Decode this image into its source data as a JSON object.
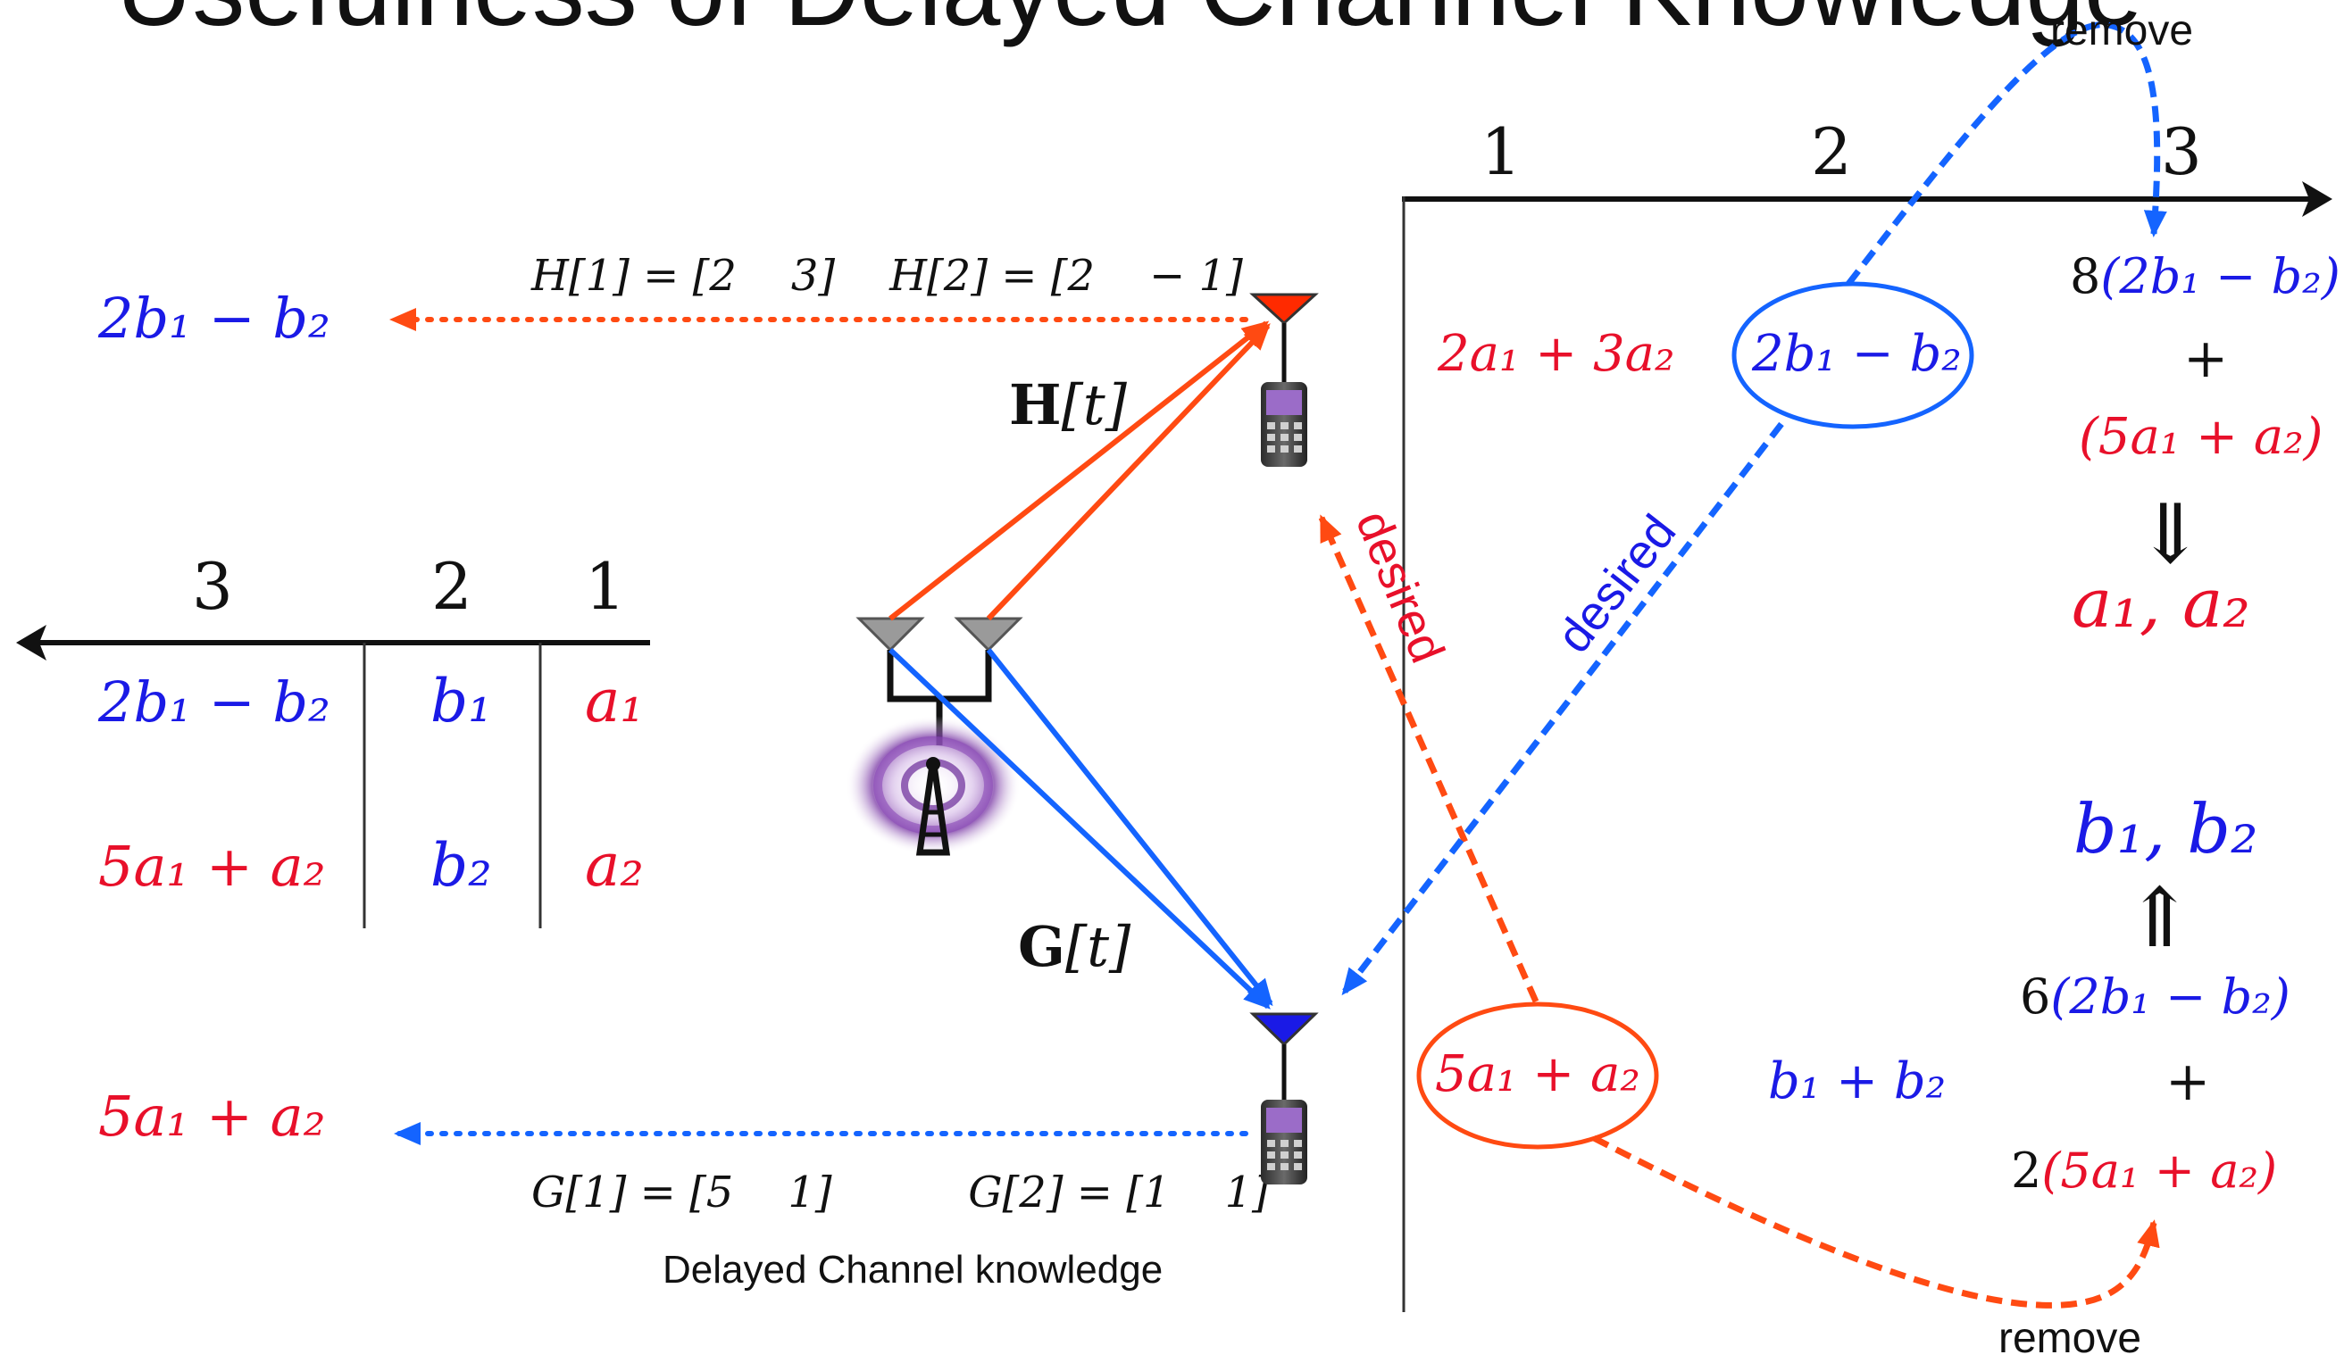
{
  "title": "Usefulness of Delayed Channel Knowledge",
  "colors": {
    "red": "#e8102a",
    "blue": "#1a1ae6",
    "orange": "#ff4a12",
    "lightblue": "#1464ff",
    "black": "#111111"
  },
  "icons": [
    "transmitter-tower-icon",
    "receiver-phone-icon"
  ],
  "left_panel": {
    "top_received": "2b₁ − b₂",
    "bottom_received": "5a₁ + a₂",
    "axis_labels": [
      "3",
      "2",
      "1"
    ],
    "table": {
      "col3": [
        "2b₁ − b₂",
        "5a₁ + a₂"
      ],
      "col2": [
        "b₁",
        "b₂"
      ],
      "col1": [
        "a₁",
        "a₂"
      ]
    }
  },
  "center": {
    "h_feedback": "H[1] = [2    3]    H[2] = [2    − 1]",
    "g_feedback": "G[1] = [5    1]          G[2] = [1    1]",
    "h_label": "H",
    "h_index": "[t]",
    "g_label": "G",
    "g_index": "[t]",
    "caption": "Delayed Channel knowledge"
  },
  "right_panel": {
    "axis_labels": [
      "1",
      "2",
      "3"
    ],
    "slot1_user1": "2a₁ + 3a₂",
    "slot2_user1": "2b₁ − b₂",
    "slot1_user2": "5a₁ + a₂",
    "slot2_user2": "b₁ + b₂",
    "desired_red": "desired",
    "desired_blue": "desired",
    "remove_top": "remove",
    "remove_bottom": "remove",
    "slot3_user1": {
      "coef": "8",
      "term_blue": "(2b₁ − b₂)",
      "plus": "+",
      "term_red": "(5a₁ + a₂)",
      "arrow": "⇓",
      "result": "a₁, a₂"
    },
    "slot3_user2": {
      "result": "b₁, b₂",
      "arrow": "⇑",
      "coef1": "6",
      "term_blue": "(2b₁ − b₂)",
      "plus": "+",
      "coef2": "2",
      "term_red": "(5a₁ + a₂)"
    }
  }
}
